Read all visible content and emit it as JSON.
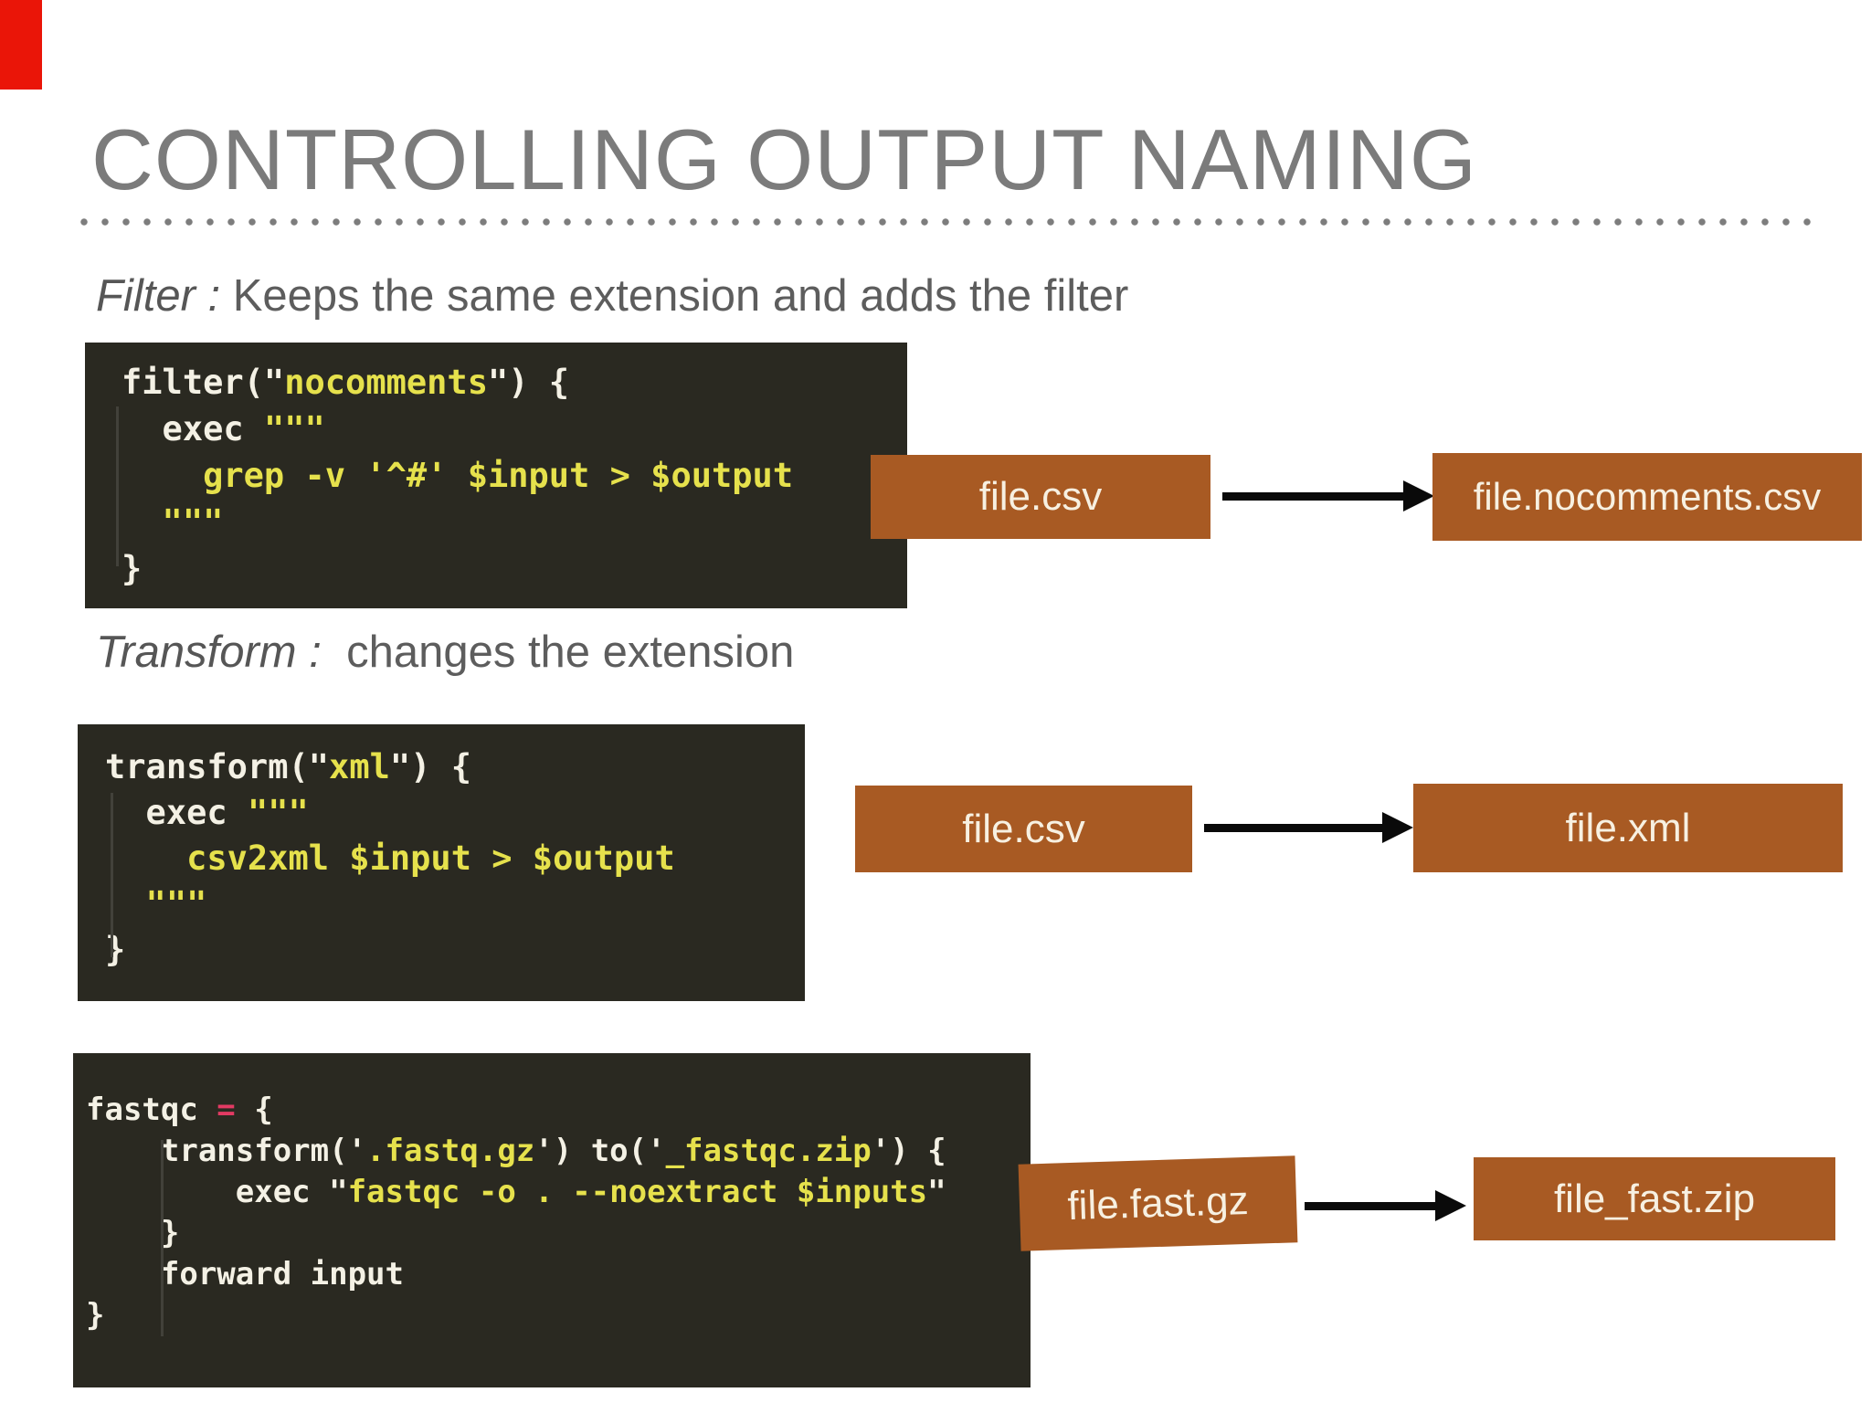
{
  "slide": {
    "title": "CONTROLLING OUTPUT NAMING",
    "background_color": "#ffffff",
    "title_color": "#7b7b7b",
    "corner_marker_color": "#ea1508",
    "code_background_color": "#2a2921",
    "code_text_color": "#f4f1e5",
    "code_string_color": "#e6e14c",
    "code_operator_color": "#e23a63",
    "flow_box_color": "#a85a23",
    "flow_box_text_color": "#f7f0e1"
  },
  "sections": [
    {
      "id": "filter",
      "heading_prefix": "Filter :",
      "heading_rest": " Keeps the same extension and adds the filter",
      "code": [
        [
          {
            "t": "filter(\"",
            "c": "w"
          },
          {
            "t": "nocomments",
            "c": "y"
          },
          {
            "t": "\") {",
            "c": "w"
          }
        ],
        [
          {
            "t": "  exec ",
            "c": "w"
          },
          {
            "t": "\"\"\"",
            "c": "y"
          }
        ],
        [
          {
            "t": "    grep -v '^#' $input > $output",
            "c": "y"
          }
        ],
        [
          {
            "t": "  \"\"\"",
            "c": "y"
          }
        ],
        [
          {
            "t": "}",
            "c": "w"
          }
        ]
      ],
      "flow": {
        "input": "file.csv",
        "output": "file.nocomments.csv"
      }
    },
    {
      "id": "transform",
      "heading_prefix": "Transform :",
      "heading_rest": "  changes the extension",
      "code": [
        [
          {
            "t": "transform(\"",
            "c": "w"
          },
          {
            "t": "xml",
            "c": "y"
          },
          {
            "t": "\") {",
            "c": "w"
          }
        ],
        [
          {
            "t": "  exec ",
            "c": "w"
          },
          {
            "t": "\"\"\"",
            "c": "y"
          }
        ],
        [
          {
            "t": "    csv2xml $input > $output",
            "c": "y"
          }
        ],
        [
          {
            "t": "  \"\"\"",
            "c": "y"
          }
        ],
        [
          {
            "t": "}",
            "c": "w"
          }
        ]
      ],
      "flow": {
        "input": "file.csv",
        "output": "file.xml"
      }
    },
    {
      "id": "fastqc",
      "heading_prefix": "",
      "heading_rest": "",
      "code": [
        [
          {
            "t": "fastqc ",
            "c": "w"
          },
          {
            "t": "=",
            "c": "p"
          },
          {
            "t": " {",
            "c": "w"
          }
        ],
        [
          {
            "t": "    transform('",
            "c": "w"
          },
          {
            "t": ".fastq.gz",
            "c": "y"
          },
          {
            "t": "') to('",
            "c": "w"
          },
          {
            "t": "_fastqc.zip",
            "c": "y"
          },
          {
            "t": "') {",
            "c": "w"
          }
        ],
        [
          {
            "t": "        exec \"",
            "c": "w"
          },
          {
            "t": "fastqc -o . --noextract $inputs",
            "c": "y"
          },
          {
            "t": "\"",
            "c": "w"
          }
        ],
        [
          {
            "t": "    }",
            "c": "w"
          }
        ],
        [
          {
            "t": "    forward input",
            "c": "w"
          }
        ],
        [
          {
            "t": "}",
            "c": "w"
          }
        ]
      ],
      "flow": {
        "input": "file.fast.gz",
        "output": "file_fast.zip"
      }
    }
  ]
}
